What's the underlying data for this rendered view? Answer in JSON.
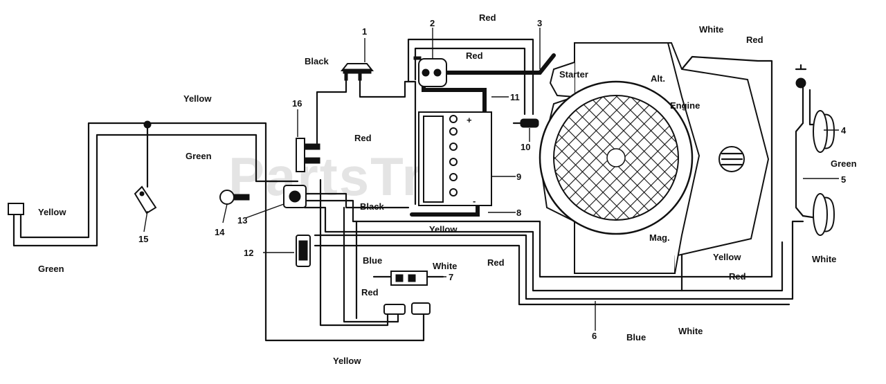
{
  "watermark": "PartsTree",
  "components": {
    "starter": "Starter",
    "alt": "Alt.",
    "engine": "Engine",
    "mag": "Mag.",
    "battery_plus": "+",
    "battery_minus": "-"
  },
  "callouts": [
    "1",
    "2",
    "3",
    "4",
    "5",
    "6",
    "7",
    "8",
    "9",
    "10",
    "11",
    "12",
    "13",
    "14",
    "15",
    "16"
  ],
  "wire_labels": {
    "red_top": "Red",
    "red_battery": "Red",
    "red_left": "Red",
    "red_right_top": "Red",
    "red_bottom_mid": "Red",
    "red_right": "Red",
    "red_switches": "Red",
    "black_top": "Black",
    "black_battery": "Black",
    "white_top": "White",
    "white_mid": "White",
    "white_right": "White",
    "white_bottom": "White",
    "yellow_top": "Yellow",
    "yellow_left": "Yellow",
    "yellow_mid": "Yellow",
    "yellow_mag": "Yellow",
    "yellow_bottom": "Yellow",
    "green_mid": "Green",
    "green_left": "Green",
    "green_right": "Green",
    "blue_mid": "Blue",
    "blue_bottom": "Blue"
  }
}
